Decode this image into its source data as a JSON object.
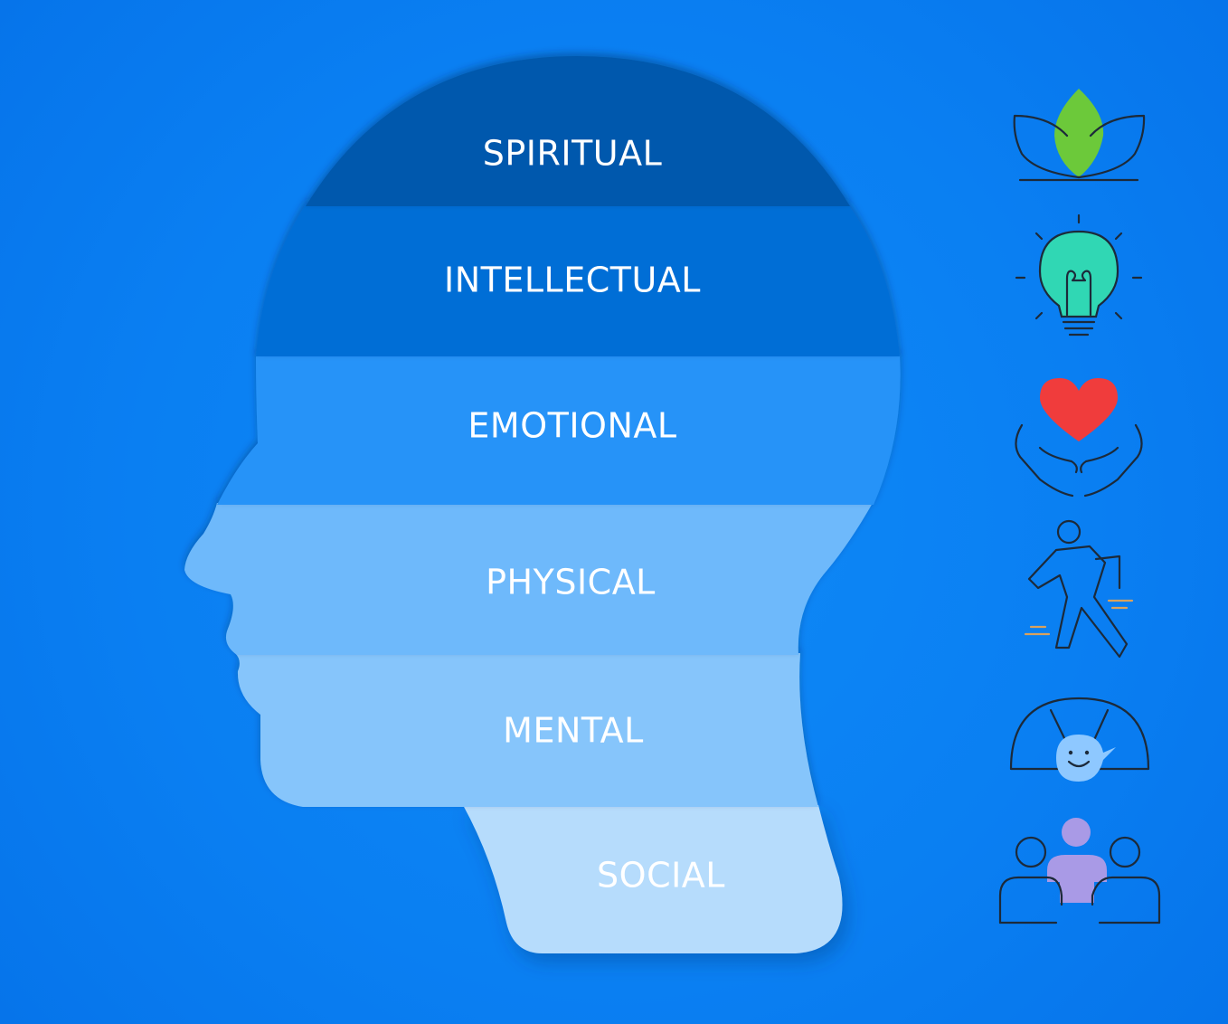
{
  "bands": [
    {
      "label": "SPIRITUAL",
      "color": "#0559ad"
    },
    {
      "label": "INTELLECTUAL",
      "color": "#066ed6"
    },
    {
      "label": "EMOTIONAL",
      "color": "#2893f8"
    },
    {
      "label": "PHYSICAL",
      "color": "#6eb9fb"
    },
    {
      "label": "MENTAL",
      "color": "#86c5fb"
    },
    {
      "label": "SOCIAL",
      "color": "#b6dcfc"
    }
  ],
  "icons": [
    {
      "name": "lotus-icon",
      "accent": "#6cc93a"
    },
    {
      "name": "lightbulb-icon",
      "accent": "#30d7b4"
    },
    {
      "name": "heart-hands-icon",
      "accent": "#f03c3c"
    },
    {
      "name": "running-person-icon",
      "accent": "#d9a25e"
    },
    {
      "name": "smile-gauge-icon",
      "accent": "#8ec8ff"
    },
    {
      "name": "group-people-icon",
      "accent": "#a99ae6"
    }
  ],
  "background_color": "#0a7ff2"
}
